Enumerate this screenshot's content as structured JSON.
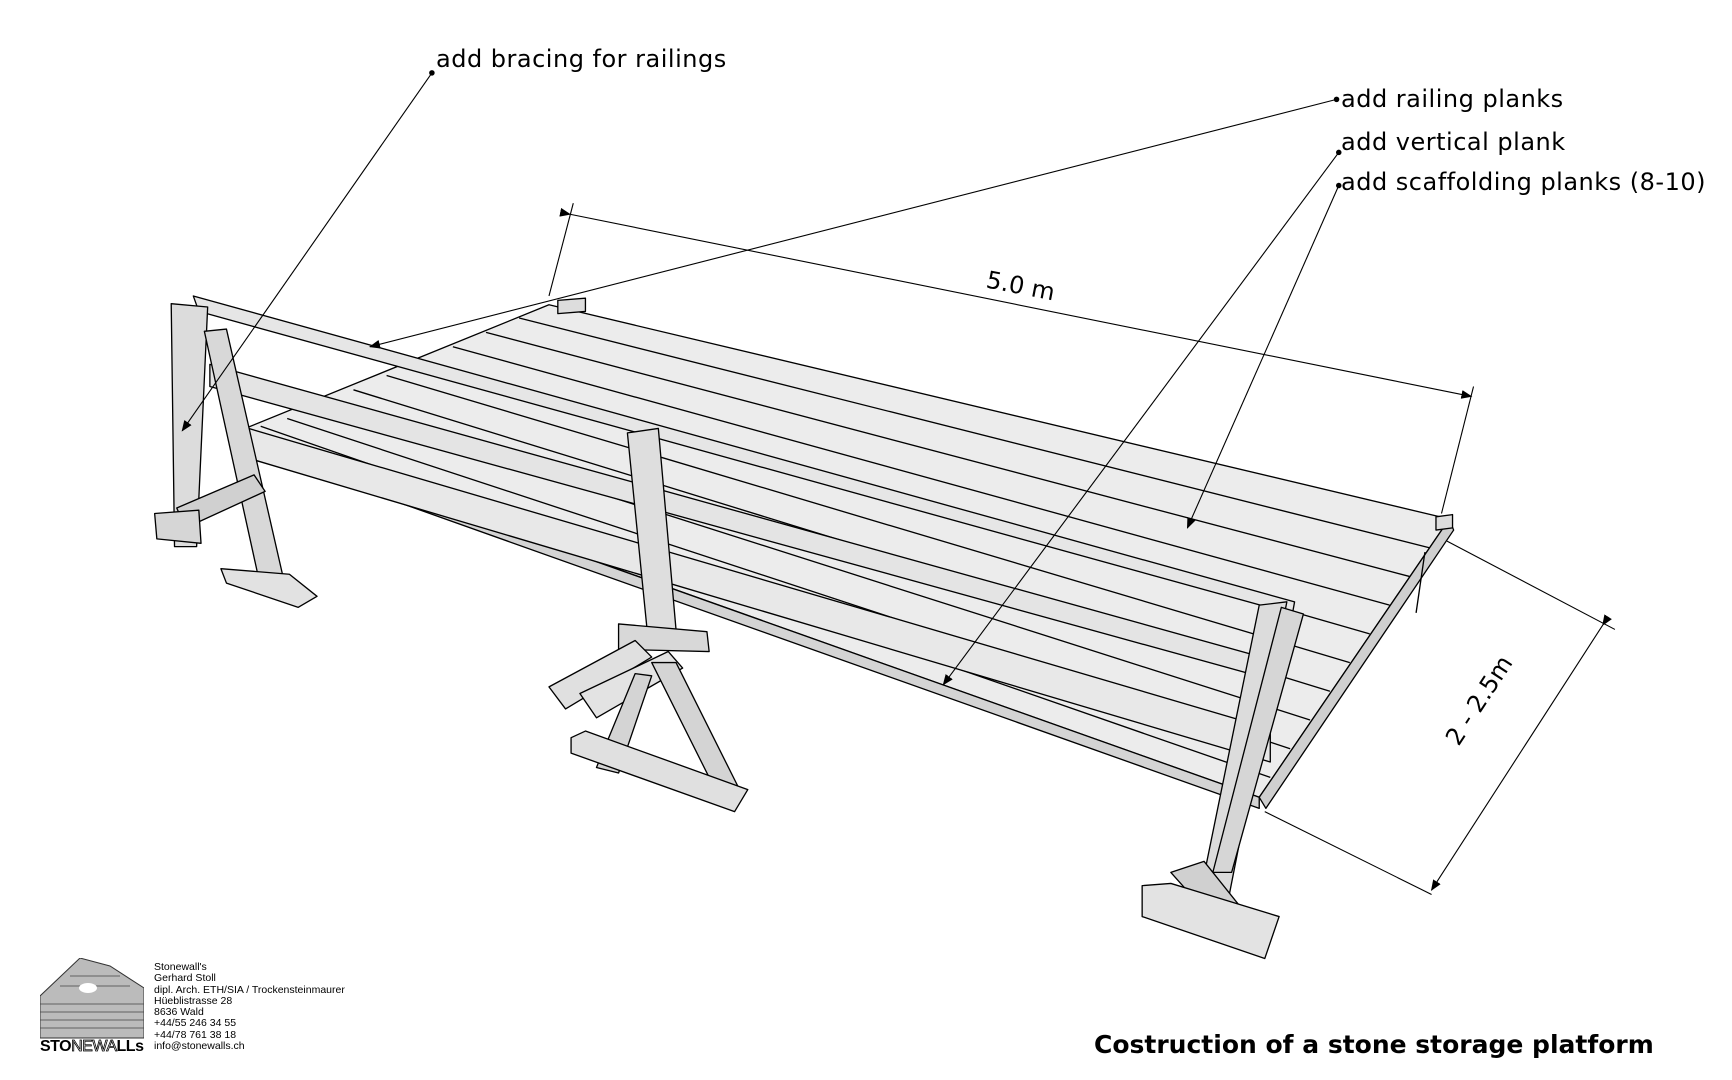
{
  "annotations": {
    "bracing": "add bracing for railings",
    "railing_planks": "add railing planks",
    "vertical_plank": "add vertical plank",
    "scaffolding_planks": "add scaffolding planks (8-10)"
  },
  "dimensions": {
    "length": "5.0 m",
    "width": "2 - 2.5m"
  },
  "title": "Costruction of a stone storage platform",
  "logo": {
    "text_solid": "STO",
    "text_hollow": "NEWA",
    "text_end": "LLs"
  },
  "contact": [
    "Stonewall's",
    "Gerhard Stoll",
    "dipl. Arch. ETH/SIA / Trockensteinmaurer",
    "Hüeblistrasse 28",
    "8636 Wald",
    "+44/55 246 34 55",
    "+44/78 761 38 18",
    "info@stonewalls.ch"
  ],
  "colors": {
    "wood": "#e9e9e9",
    "wood_dark": "#c9c9c9",
    "line": "#000000",
    "marker": "#c0392b"
  }
}
